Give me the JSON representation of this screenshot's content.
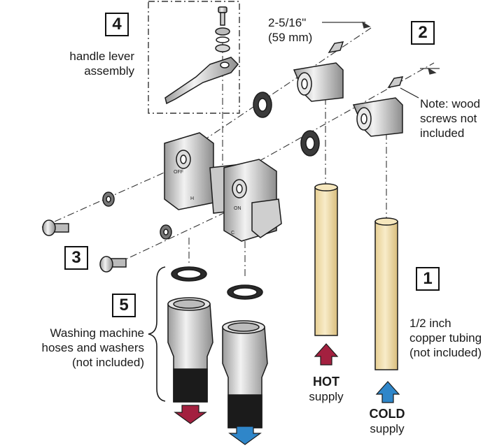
{
  "callouts": {
    "n1": "1",
    "n2": "2",
    "n3": "3",
    "n4": "4",
    "n5": "5"
  },
  "labels": {
    "handle_line1": "handle lever",
    "handle_line2": "assembly",
    "dim_line1": "2-5/16\"",
    "dim_line2": "(59 mm)",
    "note_line1": "Note: wood",
    "note_line2": "screws not",
    "note_line3": "included",
    "hoses_line1": "Washing machine",
    "hoses_line2": "hoses and washers",
    "hoses_line3": "(not included)",
    "tube_line1": "1/2 inch",
    "tube_line2": "copper tubing",
    "tube_line3": "(not included)",
    "hot_bold": "HOT",
    "hot_word": "supply",
    "cold_bold": "COLD",
    "cold_word": "supply",
    "valve_off": "OFF",
    "valve_on": "ON",
    "valve_h": "H",
    "valve_c": "C"
  },
  "colors": {
    "hot_arrow": "#a3203f",
    "cold_arrow": "#2f86c9",
    "copper": "#f1dfb0",
    "metal": "#d9d9d9",
    "outline": "#1a1a1a"
  }
}
